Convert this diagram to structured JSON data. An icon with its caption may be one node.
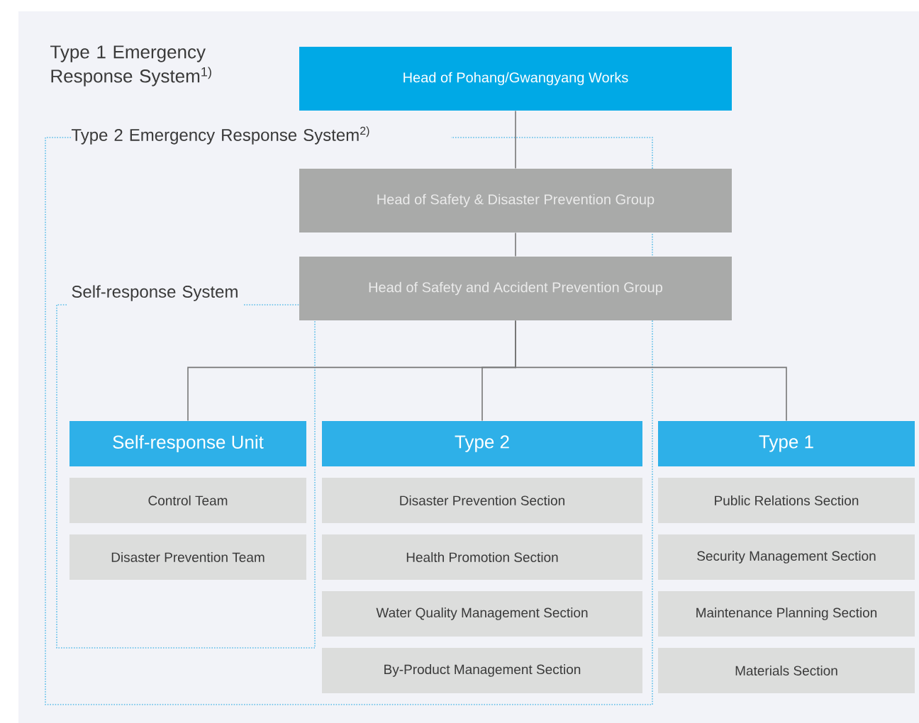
{
  "diagram": {
    "nodes": [
      {
        "text": [
          "Head of Pohang/Gwangyang Works"
        ]
      },
      {
        "text": [
          "Head of Safety & Disaster Prevention Group"
        ]
      },
      {
        "text": [
          "Head of Safety and Accident Prevention Group"
        ]
      },
      {
        "text": [
          "Self-response Unit"
        ]
      },
      {
        "text": [
          "Control Team"
        ]
      },
      {
        "text": [
          "Disaster Prevention Team"
        ]
      },
      {
        "text": [
          "Type 2"
        ]
      },
      {
        "text": [
          "Disaster Prevention Section"
        ]
      },
      {
        "text": [
          "Health Promotion Section"
        ]
      },
      {
        "text": [
          "Water Quality Management Section"
        ]
      },
      {
        "text": [
          "By-Product Management Section"
        ]
      },
      {
        "text": [
          "Type 1"
        ]
      },
      {
        "text": [
          "Public Relations Section"
        ]
      },
      {
        "text": [
          "Security Management Section"
        ]
      },
      {
        "text": [
          "Maintenance Planning Section"
        ]
      },
      {
        "text": [
          "Materials Section"
        ]
      }
    ],
    "edges": [
      {
        "from": 0,
        "to": 1,
        "arrow": "none"
      },
      {
        "from": 1,
        "to": 2,
        "arrow": "none"
      },
      {
        "from": 2,
        "to": 3,
        "arrow": "none"
      },
      {
        "from": 2,
        "to": 6,
        "arrow": "none"
      },
      {
        "from": 2,
        "to": 11,
        "arrow": "none"
      }
    ],
    "labels": [
      "Type 1 Emergency Response System$^{1)}$",
      "Type 2 Emergency Response System$^{2)}$",
      "Self-response System"
    ]
  }
}
